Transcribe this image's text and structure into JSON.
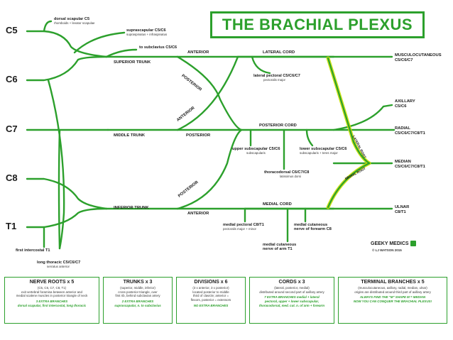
{
  "title": "THE BRACHIAL PLEXUS",
  "roots": [
    "C5",
    "C6",
    "C7",
    "C8",
    "T1"
  ],
  "trunks": {
    "superior": "SUPERIOR TRUNK",
    "middle": "MIDDLE TRUNK",
    "inferior": "INFERIOR TRUNK"
  },
  "divisions": {
    "anterior": "ANTERIOR",
    "posterior": "POSTERIOR"
  },
  "cords": {
    "lateral": "LATERAL CORD",
    "posterior": "POSTERIOR CORD",
    "medial": "MEDIAL CORD"
  },
  "roots_labels": {
    "lateral": "LATERAL ROOT",
    "medial": "MEDIAL ROOT"
  },
  "branches": {
    "dorsal_scapular": {
      "name": "dorsal scapular C5",
      "sub": "rhomboids + levator scapulae"
    },
    "suprascapular": {
      "name": "suprascapular C5/C6",
      "sub": "supraspinatus + infraspinatus"
    },
    "subclavius": {
      "name": "to subclavius C5/C6"
    },
    "lateral_pectoral": {
      "name": "lateral pectoral C5/C6/C7",
      "sub": "pectoralis major"
    },
    "upper_subscapular": {
      "name": "upper subscapular C5/C6",
      "sub": "subscapularis"
    },
    "lower_subscapular": {
      "name": "lower subscapular C5/C6",
      "sub": "subscapularis + teres major"
    },
    "thoracodorsal": {
      "name": "thoracodorsal C6/C7/C8",
      "sub": "latissimus dorsi"
    },
    "medial_pectoral": {
      "name": "medial pectoral C8/T1",
      "sub": "pectoralis major + minor"
    },
    "medial_cut_forearm": {
      "name": "medial cutaneous\nnerve of forearm C8"
    },
    "medial_cut_arm": {
      "name": "medial cutaneous\nnerve of arm T1"
    },
    "first_intercostal": {
      "name": "first intercostal T1"
    },
    "long_thoracic": {
      "name": "long thoracic C5/C6/C7",
      "sub": "serratus anterior"
    }
  },
  "terminals": {
    "musculocutaneous": {
      "name": "MUSCULOCUTANEOUS",
      "roots": "C5/C6/C7"
    },
    "axillary": {
      "name": "AXILLARY",
      "roots": "C5/C6"
    },
    "radial": {
      "name": "RADIAL",
      "roots": "C5/C6/C7/C8/T1"
    },
    "median": {
      "name": "MEDIAN",
      "roots": "C5/C6/C7/C8/T1"
    },
    "ulnar": {
      "name": "ULNAR",
      "roots": "C8/T1"
    }
  },
  "logo": {
    "name": "GEEKY MEDICS",
    "author": "© LJ WATSON 2015"
  },
  "summary": [
    {
      "heading": "NERVE ROOTS x 5",
      "desc": "(C5, C6, C7, C8, T1)\nexit vertebral foramina between anterior and\nmedial scalene muscles in posterior triangle of neck",
      "extra": "3 EXTRA BRANCHES\ndorsal scapular, first intercostal, long thoracic"
    },
    {
      "heading": "TRUNKS x 3",
      "desc": "(superior, middle, inferior)\ncross posterior triangle, over\nfirst rib, behind subclavian artery",
      "extra": "2 EXTRA BRANCHES\nsuprascapular, n. to subclavius"
    },
    {
      "heading": "DIVISIONS x 6",
      "desc": "(3 x anterior, 3 x posterior)\nlocated posterior to middle\nthird of clavicle; anterior =\nflexors, posterior = extensors",
      "extra": "NO EXTRA BRANCHES"
    },
    {
      "heading": "CORDS x 3",
      "desc": "(lateral, posterior, medial)\ndistributed around second part of axillary artery",
      "extra": "7 EXTRA BRANCHES medial + lateral\npectoral, upper + lower subscapular,\nthoracodorsal, med. cut. n. of arm + forearm"
    },
    {
      "heading": "TERMINAL BRANCHES x 5",
      "desc": "(musculocutaneous, axillary, radial, median, ulnar)\norigins are distributed around third part of axillary artery",
      "extra": "ALWAYS FIND THE \"M\" SHAPE   M = MEDIAN\nNOW YOU CAN CONQUER THE BRACHIAL PLEXUS!"
    }
  ],
  "colors": {
    "nerve": "#2ca02c",
    "root_highlight": "#c8e000",
    "text": "#1a1a1a"
  }
}
